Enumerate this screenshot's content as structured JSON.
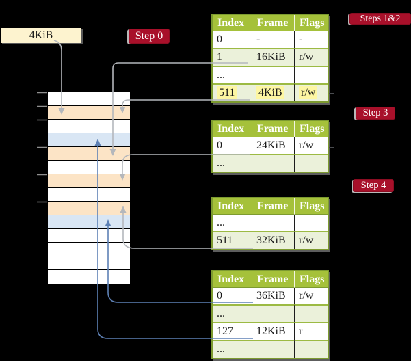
{
  "frame_label": {
    "text": "4KiB"
  },
  "badges": {
    "step0": "Step 0",
    "steps12": "Steps 1&2",
    "step3": "Step 3",
    "step4": "Step 4"
  },
  "tables": [
    {
      "headers": [
        "Index",
        "Frame",
        "Flags"
      ],
      "highlight_row": 3,
      "rows": [
        {
          "cells": [
            "0",
            "-",
            "-"
          ]
        },
        {
          "cells": [
            "1",
            "16KiB",
            "r/w"
          ]
        },
        {
          "cells": [
            "...",
            "",
            ""
          ]
        },
        {
          "cells": [
            "511",
            "4KiB",
            "r/w"
          ]
        }
      ]
    },
    {
      "headers": [
        "Index",
        "Frame",
        "Flags"
      ],
      "rows": [
        {
          "cells": [
            "0",
            "24KiB",
            "r/w"
          ]
        },
        {
          "cells": [
            "...",
            "",
            ""
          ]
        }
      ]
    },
    {
      "headers": [
        "Index",
        "Frame",
        "Flags"
      ],
      "rows": [
        {
          "cells": [
            "...",
            "",
            ""
          ]
        },
        {
          "cells": [
            "511",
            "32KiB",
            "r/w"
          ]
        }
      ]
    },
    {
      "headers": [
        "Index",
        "Frame",
        "Flags"
      ],
      "rows": [
        {
          "cells": [
            "0",
            "36KiB",
            "r/w"
          ]
        },
        {
          "cells": [
            "...",
            "",
            ""
          ]
        },
        {
          "cells": [
            "127",
            "12KiB",
            "r"
          ]
        },
        {
          "cells": [
            "...",
            "",
            ""
          ]
        }
      ]
    }
  ],
  "memory": {
    "rows": [
      {
        "tone": "white"
      },
      {
        "tone": "orange"
      },
      {
        "tone": "white"
      },
      {
        "tone": "blue"
      },
      {
        "tone": "orange"
      },
      {
        "tone": "white"
      },
      {
        "tone": "orange"
      },
      {
        "tone": "white"
      },
      {
        "tone": "orange"
      },
      {
        "tone": "blue"
      },
      {
        "tone": "white"
      },
      {
        "tone": "white"
      },
      {
        "tone": "white"
      },
      {
        "tone": "white"
      }
    ]
  },
  "colors": {
    "background": "#000000",
    "badge_red": "#a8102a",
    "table_header_green": "#a5c13a",
    "table_border_olive": "#7d9b30",
    "table_row_green": "#ebf1da",
    "highlight_yellow": "#fdf6a2",
    "frame_label_cream": "#fdf3cf",
    "memory_frame_orange": "#fce4c6",
    "memory_frame_blue": "#d9e6f4",
    "arrow_gray": "#b4b7bc",
    "arrow_blue": "#5e81b5"
  }
}
